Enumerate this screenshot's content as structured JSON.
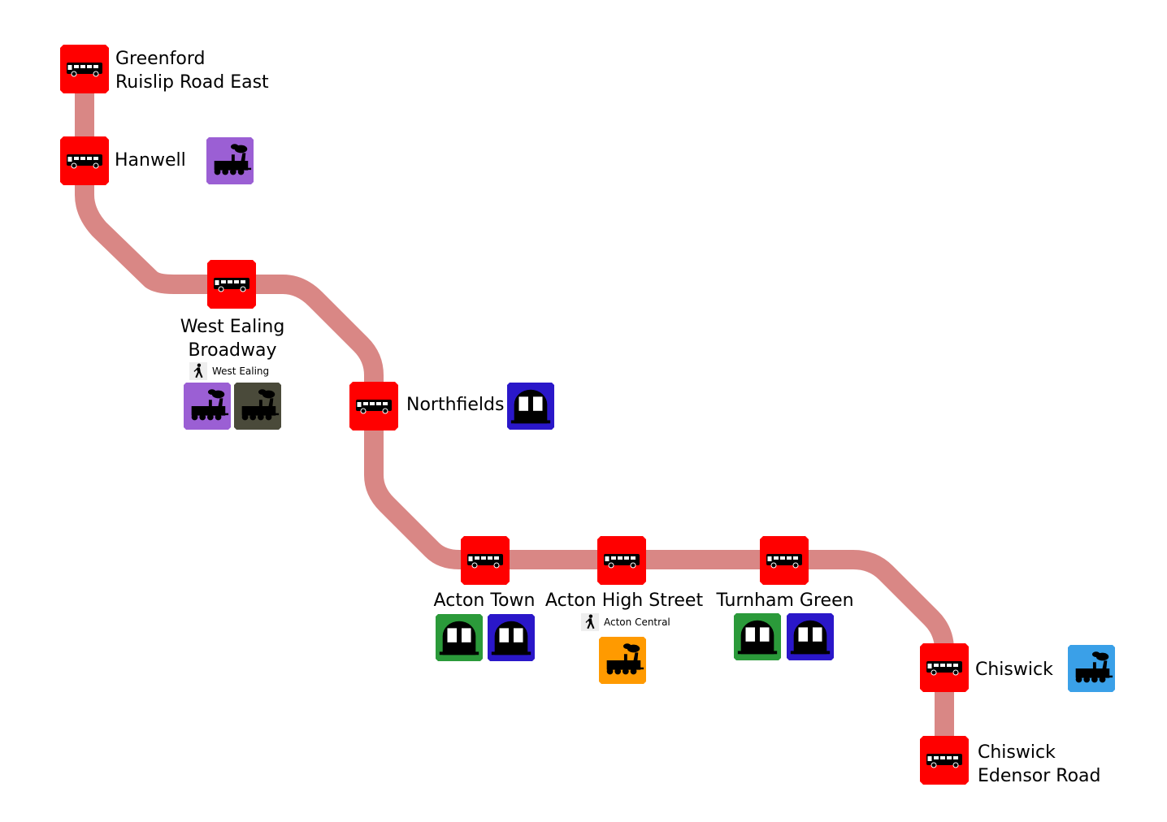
{
  "colors": {
    "route_line": "#d98785",
    "bus_stop": "#ff0000",
    "rail_purple": "#9b5fd4",
    "rail_dark": "#4a4a3a",
    "rail_orange": "#ff9a00",
    "rail_blue": "#3aa0e8",
    "tube_blue": "#2a17c9",
    "tube_green": "#2b9a3a"
  },
  "stops": [
    {
      "id": "greenford",
      "lines": [
        "Greenford",
        "Ruislip Road East"
      ]
    },
    {
      "id": "hanwell",
      "lines": [
        "Hanwell"
      ]
    },
    {
      "id": "west-ealing-broadway",
      "lines": [
        "West Ealing",
        "Broadway"
      ],
      "walk_to": "West Ealing"
    },
    {
      "id": "northfields",
      "lines": [
        "Northfields"
      ]
    },
    {
      "id": "acton-town",
      "lines": [
        "Acton Town"
      ]
    },
    {
      "id": "acton-high-street",
      "lines": [
        "Acton High Street"
      ],
      "walk_to": "Acton Central"
    },
    {
      "id": "turnham-green",
      "lines": [
        "Turnham Green"
      ]
    },
    {
      "id": "chiswick",
      "lines": [
        "Chiswick"
      ]
    },
    {
      "id": "chiswick-edensor-road",
      "lines": [
        "Chiswick",
        "Edensor Road"
      ]
    }
  ],
  "connections": [
    {
      "stop": "hanwell",
      "icon": "train-icon",
      "color": "#9b5fd4"
    },
    {
      "stop": "west-ealing-broadway",
      "icon": "train-icon",
      "color": "#9b5fd4"
    },
    {
      "stop": "west-ealing-broadway",
      "icon": "train-icon",
      "color": "#4a4a3a"
    },
    {
      "stop": "northfields",
      "icon": "tube-icon",
      "color": "#2a17c9"
    },
    {
      "stop": "acton-town",
      "icon": "tube-icon",
      "color": "#2b9a3a"
    },
    {
      "stop": "acton-town",
      "icon": "tube-icon",
      "color": "#2a17c9"
    },
    {
      "stop": "acton-high-street",
      "icon": "train-icon",
      "color": "#ff9a00"
    },
    {
      "stop": "turnham-green",
      "icon": "tube-icon",
      "color": "#2b9a3a"
    },
    {
      "stop": "turnham-green",
      "icon": "tube-icon",
      "color": "#2a17c9"
    },
    {
      "stop": "chiswick",
      "icon": "train-icon",
      "color": "#3aa0e8"
    }
  ]
}
